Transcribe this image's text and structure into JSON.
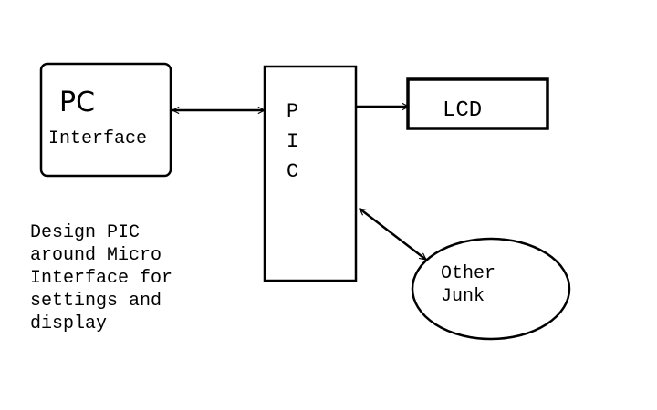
{
  "diagram": {
    "pc_box": {
      "title": "PC",
      "subtitle": "Interface"
    },
    "pic_box": {
      "letters": [
        "P",
        "I",
        "C"
      ]
    },
    "lcd_box": {
      "label": "LCD"
    },
    "other_junk": {
      "lines": [
        "Other",
        "Junk"
      ]
    },
    "note": {
      "lines": [
        "Design PIC",
        "around Micro",
        "Interface for",
        "settings and",
        "display"
      ]
    }
  }
}
